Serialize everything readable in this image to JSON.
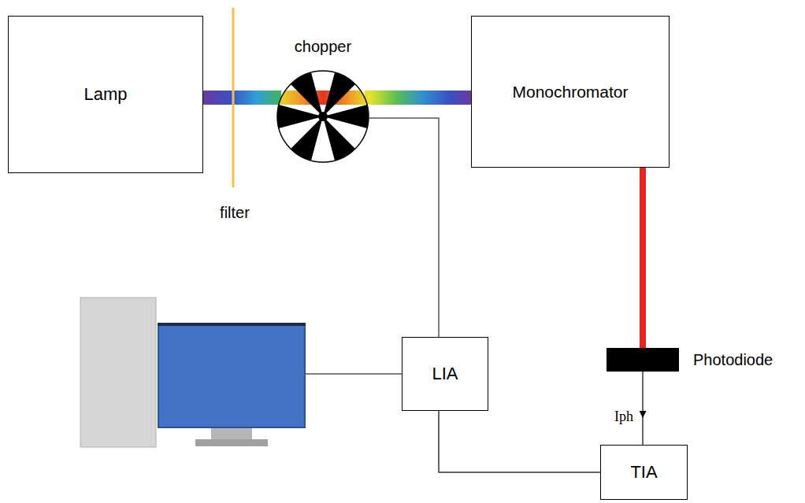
{
  "diagram": {
    "nodes": [
      {
        "text": [
          "Lamp"
        ]
      },
      {
        "text": [
          "chopper"
        ]
      },
      {
        "text": [
          "Monochromator"
        ]
      },
      {
        "text": [
          "Photodiode"
        ]
      },
      {
        "text": [
          "LIA"
        ]
      },
      {
        "text": [
          "TIA"
        ]
      }
    ],
    "edges": [
      {
        "from": 0,
        "to": 1,
        "arrow": "none"
      },
      {
        "from": 1,
        "to": 2,
        "arrow": "none"
      },
      {
        "from": 2,
        "to": 3,
        "arrow": "none"
      },
      {
        "from": 3,
        "to": 5,
        "label": "Iph",
        "arrow": "to"
      },
      {
        "from": 1,
        "to": 4,
        "arrow": "none"
      },
      {
        "from": 5,
        "to": 4,
        "arrow": "none"
      }
    ],
    "labels": [
      "filter"
    ]
  }
}
